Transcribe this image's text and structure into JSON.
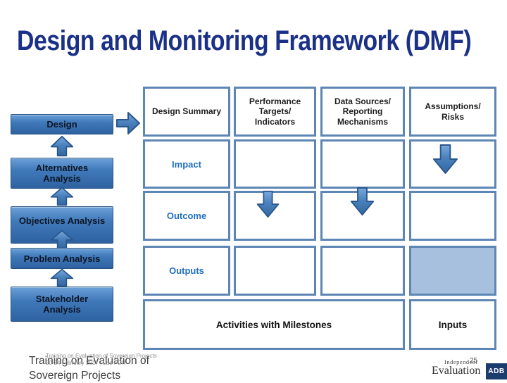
{
  "title": "Design and Monitoring Framework (DMF)",
  "process": {
    "boxes": [
      {
        "label": "Design"
      },
      {
        "label": "Alternatives\nAnalysis"
      },
      {
        "label": "Objectives Analysis"
      },
      {
        "label": "Problem Analysis"
      },
      {
        "label": "Stakeholder\nAnalysis"
      }
    ]
  },
  "table": {
    "headers": [
      "Design Summary",
      "Performance\nTargets/\nIndicators",
      "Data Sources/\nReporting\nMechanisms",
      "Assumptions/\nRisks"
    ],
    "row_labels": [
      "Impact",
      "Outcome",
      "Outputs"
    ],
    "activities_label": "Activities with Milestones",
    "inputs_label": "Inputs"
  },
  "footer": {
    "small_text": "Training on Evaluation of Sovereign Projects\n20-24 February 2017 | Lao PDR",
    "big_text": "Training on Evaluation of\nSovereign Projects",
    "page_number": "25",
    "logo": {
      "independent": "Independent",
      "evaluation": "Evaluation",
      "adb": "ADB"
    }
  },
  "colors": {
    "title_blue": "#1b3087",
    "box_blue": "#3c76b6",
    "table_border": "#5d86b4",
    "row_label_blue": "#1f6fbe",
    "filled_cell": "#a7c0de",
    "adb_navy": "#1c3c6e"
  }
}
